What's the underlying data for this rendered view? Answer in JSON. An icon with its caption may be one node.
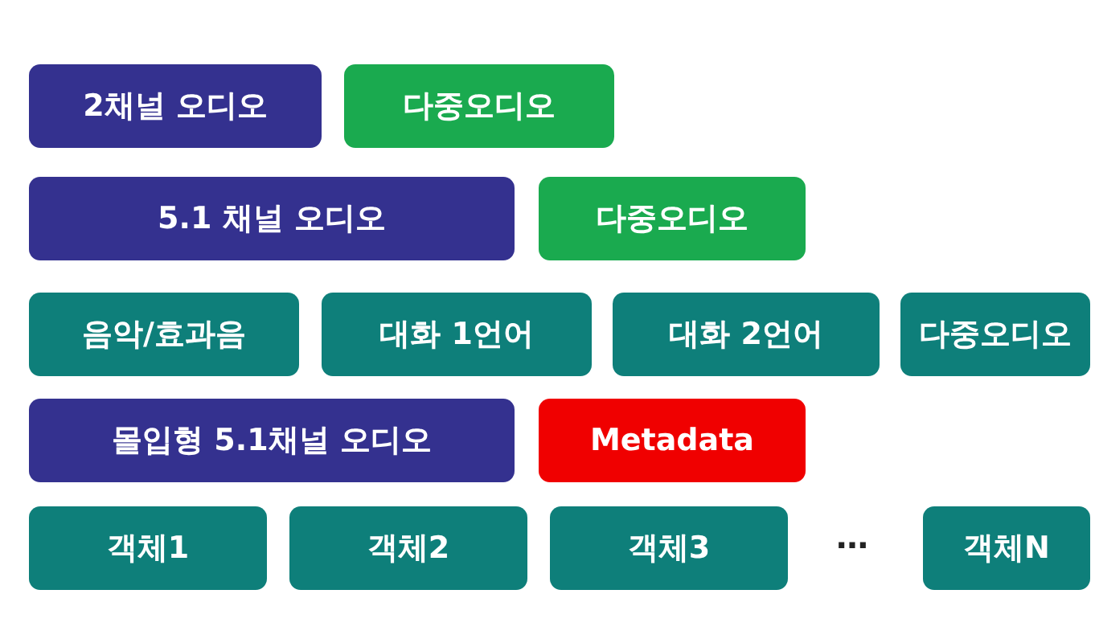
{
  "diagram": {
    "nodes": [
      {
        "text": [
          "2채널 오디오"
        ]
      },
      {
        "text": [
          "다중오디오"
        ]
      },
      {
        "text": [
          "5.1 채널 오디오"
        ]
      },
      {
        "text": [
          "다중오디오"
        ]
      },
      {
        "text": [
          "음악/효과음"
        ]
      },
      {
        "text": [
          "대화 1언어"
        ]
      },
      {
        "text": [
          "대화 2언어"
        ]
      },
      {
        "text": [
          "다중오디오"
        ]
      },
      {
        "text": [
          "몰입형 5.1채널 오디오"
        ]
      },
      {
        "text": [
          "Metadata"
        ]
      },
      {
        "text": [
          "객체1"
        ]
      },
      {
        "text": [
          "객체2"
        ]
      },
      {
        "text": [
          "객체3"
        ]
      },
      {
        "text": [
          "객체N"
        ]
      }
    ],
    "labels": [
      "…"
    ]
  }
}
